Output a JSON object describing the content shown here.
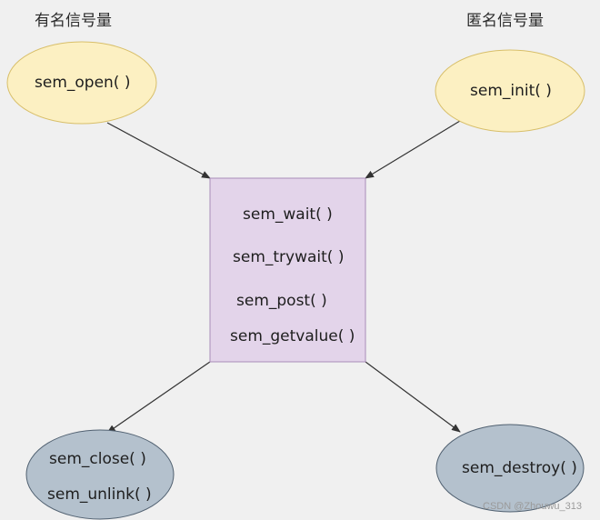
{
  "headings": {
    "named": "有名信号量",
    "unnamed": "匿名信号量"
  },
  "nodes": {
    "open": "sem_open( )",
    "init": "sem_init( )",
    "operations": [
      "sem_wait( )",
      "sem_trywait( )",
      "sem_post( )",
      "sem_getvalue( )"
    ],
    "close": "sem_close( )",
    "unlink": "sem_unlink( )",
    "destroy": "sem_destroy( )"
  },
  "colors": {
    "create_fill": "#fcf0c2",
    "create_stroke": "#d8bf6a",
    "ops_fill": "#e3d4ea",
    "ops_stroke": "#a98bb8",
    "end_fill": "#b4c1cd",
    "end_stroke": "#516171"
  },
  "watermark": "CSDN @Zhouwu_313"
}
